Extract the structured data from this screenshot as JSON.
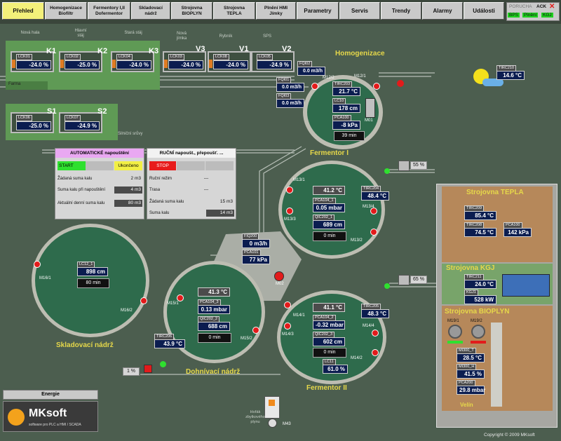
{
  "nav": {
    "buttons": [
      "Přehled",
      "Homogenizace\nBiofiltr",
      "Fermentory I,II\nDofermentor",
      "Skladovací\nnádrž",
      "Strojovna\nBIOPLYN",
      "Strojovna\nTEPLA",
      "Plnění HMI\nJímky",
      "Parametry",
      "Servis",
      "Trendy",
      "Alarmy",
      "Události"
    ],
    "alarm": {
      "porucha": "PORUCHA",
      "ack": "ACK",
      "bps": "BPS",
      "pleni": "Plnění",
      "kgj": "KGJ"
    }
  },
  "farm": {
    "labels": {
      "nova_hala": "Nová hala",
      "hlavni_stal": "Hlavní\nstáj",
      "stara_stal": "Stará stáj",
      "nova_jimka": "Nová\njímka",
      "rybnik": "Rybník",
      "sps": "SPS",
      "farma": "Farma",
      "silni_sruvy": "Silniční srůvy"
    },
    "sensors": [
      {
        "tag": "LCK01",
        "value": "-24.0 %"
      },
      {
        "tag": "LCK02",
        "value": "-25.0 %"
      },
      {
        "tag": "LCK04",
        "value": "-24.0 %"
      },
      {
        "tag": "LCK03",
        "value": "-24.0 %"
      },
      {
        "tag": "LCK08",
        "value": "-24.0 %"
      },
      {
        "tag": "LCK05",
        "value": "-24.9 %"
      },
      {
        "tag": "LCK06",
        "value": "-25.0 %"
      },
      {
        "tag": "LCK07",
        "value": "-24.9 %"
      }
    ],
    "k_labels": [
      "K1",
      "K2",
      "K3",
      "V3",
      "V1",
      "V2",
      "S1",
      "S2"
    ]
  },
  "flows": [
    {
      "tag": "FQI02",
      "value": "0.0 m3/h"
    },
    {
      "tag": "FQI01",
      "value": "0.0 m3/h"
    },
    {
      "tag": "FQI03",
      "value": "0.0 m3/h"
    }
  ],
  "homog": {
    "title": "Homogenizace",
    "m_labels": {
      "m12_2": "M12/2",
      "m12_1": "M12/1",
      "m01": "M01"
    },
    "readings": [
      {
        "tag": "TIRC203",
        "value": "21.7 °C"
      },
      {
        "tag": "LC10",
        "value": "178 cm"
      },
      {
        "tag": "PCA100",
        "value": "-8 kPa"
      }
    ],
    "timer": "39 min"
  },
  "weather": {
    "tag": "TIRC210",
    "value": "14.6 °C"
  },
  "auto_panel": {
    "title": "AUTOMATICKÉ napouštění",
    "start": "START",
    "done": "Ukončeno",
    "rows": [
      {
        "label": "Žádaná suma kalu",
        "value": "2 m3"
      },
      {
        "label": "Suma kalu při napouštění",
        "value": "4 m3"
      },
      {
        "label": "Aktuální denní suma kalu",
        "value": "80 m3"
      }
    ]
  },
  "manual_panel": {
    "title": "RUČNÍ napoušt., přepoušť. ...",
    "stop": "STOP",
    "rows": [
      {
        "label": "Ruční režim",
        "value": "---"
      },
      {
        "label": "Trasa",
        "value": "---"
      },
      {
        "label": "Žádaná suma kalu",
        "value": "15 m3"
      },
      {
        "label": "Suma kalu",
        "value": "14 m3"
      }
    ]
  },
  "ferm1": {
    "title": "Fermentor I",
    "temp": "41.2 °C",
    "pct": "55 %",
    "readings": [
      {
        "tag": "PCA104_1",
        "value": "0.05 mbar"
      },
      {
        "tag": "QIC202_1",
        "value": "689 cm"
      }
    ],
    "timer": "0 min",
    "tirc": {
      "tag": "TIRC204",
      "value": "48.4 °C"
    },
    "m": [
      "M13/1",
      "M13/3",
      "M13/4",
      "M13/2"
    ]
  },
  "ferm2": {
    "title": "Fermentor II",
    "temp": "41.1 °C",
    "pct": "65 %",
    "readings": [
      {
        "tag": "PCA104_2",
        "value": "-0.32 mbar"
      },
      {
        "tag": "QIC202_3",
        "value": "602 cm"
      }
    ],
    "timer": "0 min",
    "lc": {
      "tag": "LC11",
      "value": "61.0 %"
    },
    "tirc": {
      "tag": "TIRC205",
      "value": "48.3 °C"
    },
    "m": [
      "M14/1",
      "M14/3",
      "M14/4",
      "M14/2"
    ]
  },
  "center": {
    "fiq": {
      "tag": "FIQ200",
      "value": "0 m3/h"
    },
    "pca": {
      "tag": "PCA101",
      "value": "77 kPa"
    },
    "m02": "M02"
  },
  "sklad": {
    "title": "Skladovací nádrž",
    "lc": {
      "tag": "LC12_1",
      "value": "898 cm"
    },
    "timer": "80 min",
    "m": [
      "M16/1",
      "M16/2"
    ]
  },
  "dohniv": {
    "title": "Dohnívací nádrž",
    "temp": "41.3 °C",
    "readings": [
      {
        "tag": "PCA104_3",
        "value": "0.13 mbar"
      },
      {
        "tag": "QIC202_2",
        "value": "688 cm"
      }
    ],
    "timer": "0 min",
    "tirc": {
      "tag": "TIRC206",
      "value": "43.9 °C"
    },
    "pct": "1 %",
    "m": [
      "M15/1",
      "M15/2"
    ]
  },
  "tepla": {
    "title": "Strojovna TEPLA",
    "readings": [
      {
        "tag": "TIRC209",
        "value": "85.4 °C"
      },
      {
        "tag": "TIRC208",
        "value": "74.5 °C"
      },
      {
        "tag": "PCA100",
        "value": "142 kPa"
      }
    ]
  },
  "kgj": {
    "title": "Strojovna KGJ",
    "readings": [
      {
        "tag": "TIRC211",
        "value": "24.0 °C"
      },
      {
        "tag": "KGJ1",
        "value": "528 kW"
      }
    ]
  },
  "bioplyn": {
    "title": "Strojovna BIOPLYN",
    "m": [
      "M19/1",
      "M19/2"
    ],
    "readings": [
      {
        "tag": "MI300_T",
        "value": "28.5 °C"
      },
      {
        "tag": "MI300_H",
        "value": "41.5 %"
      },
      {
        "tag": "PCA200",
        "value": "29.8 mbar"
      }
    ],
    "velin": "Velín"
  },
  "misc": {
    "horak": "Hořák\nzbytkového\nplynu",
    "m43": "M43",
    "energie": "Energie",
    "logo": "MKsoft",
    "logo_sub": "software pro PLC a HMI / SCADA",
    "copyright": "Copyright © 2009 MKsoft"
  },
  "colors": {
    "bg": "#4c5e4f",
    "tank": "#2e6b4c",
    "value_bg": "#0b1d50",
    "accent": "#e6d84a",
    "alarm_red": "#e21b1b"
  }
}
